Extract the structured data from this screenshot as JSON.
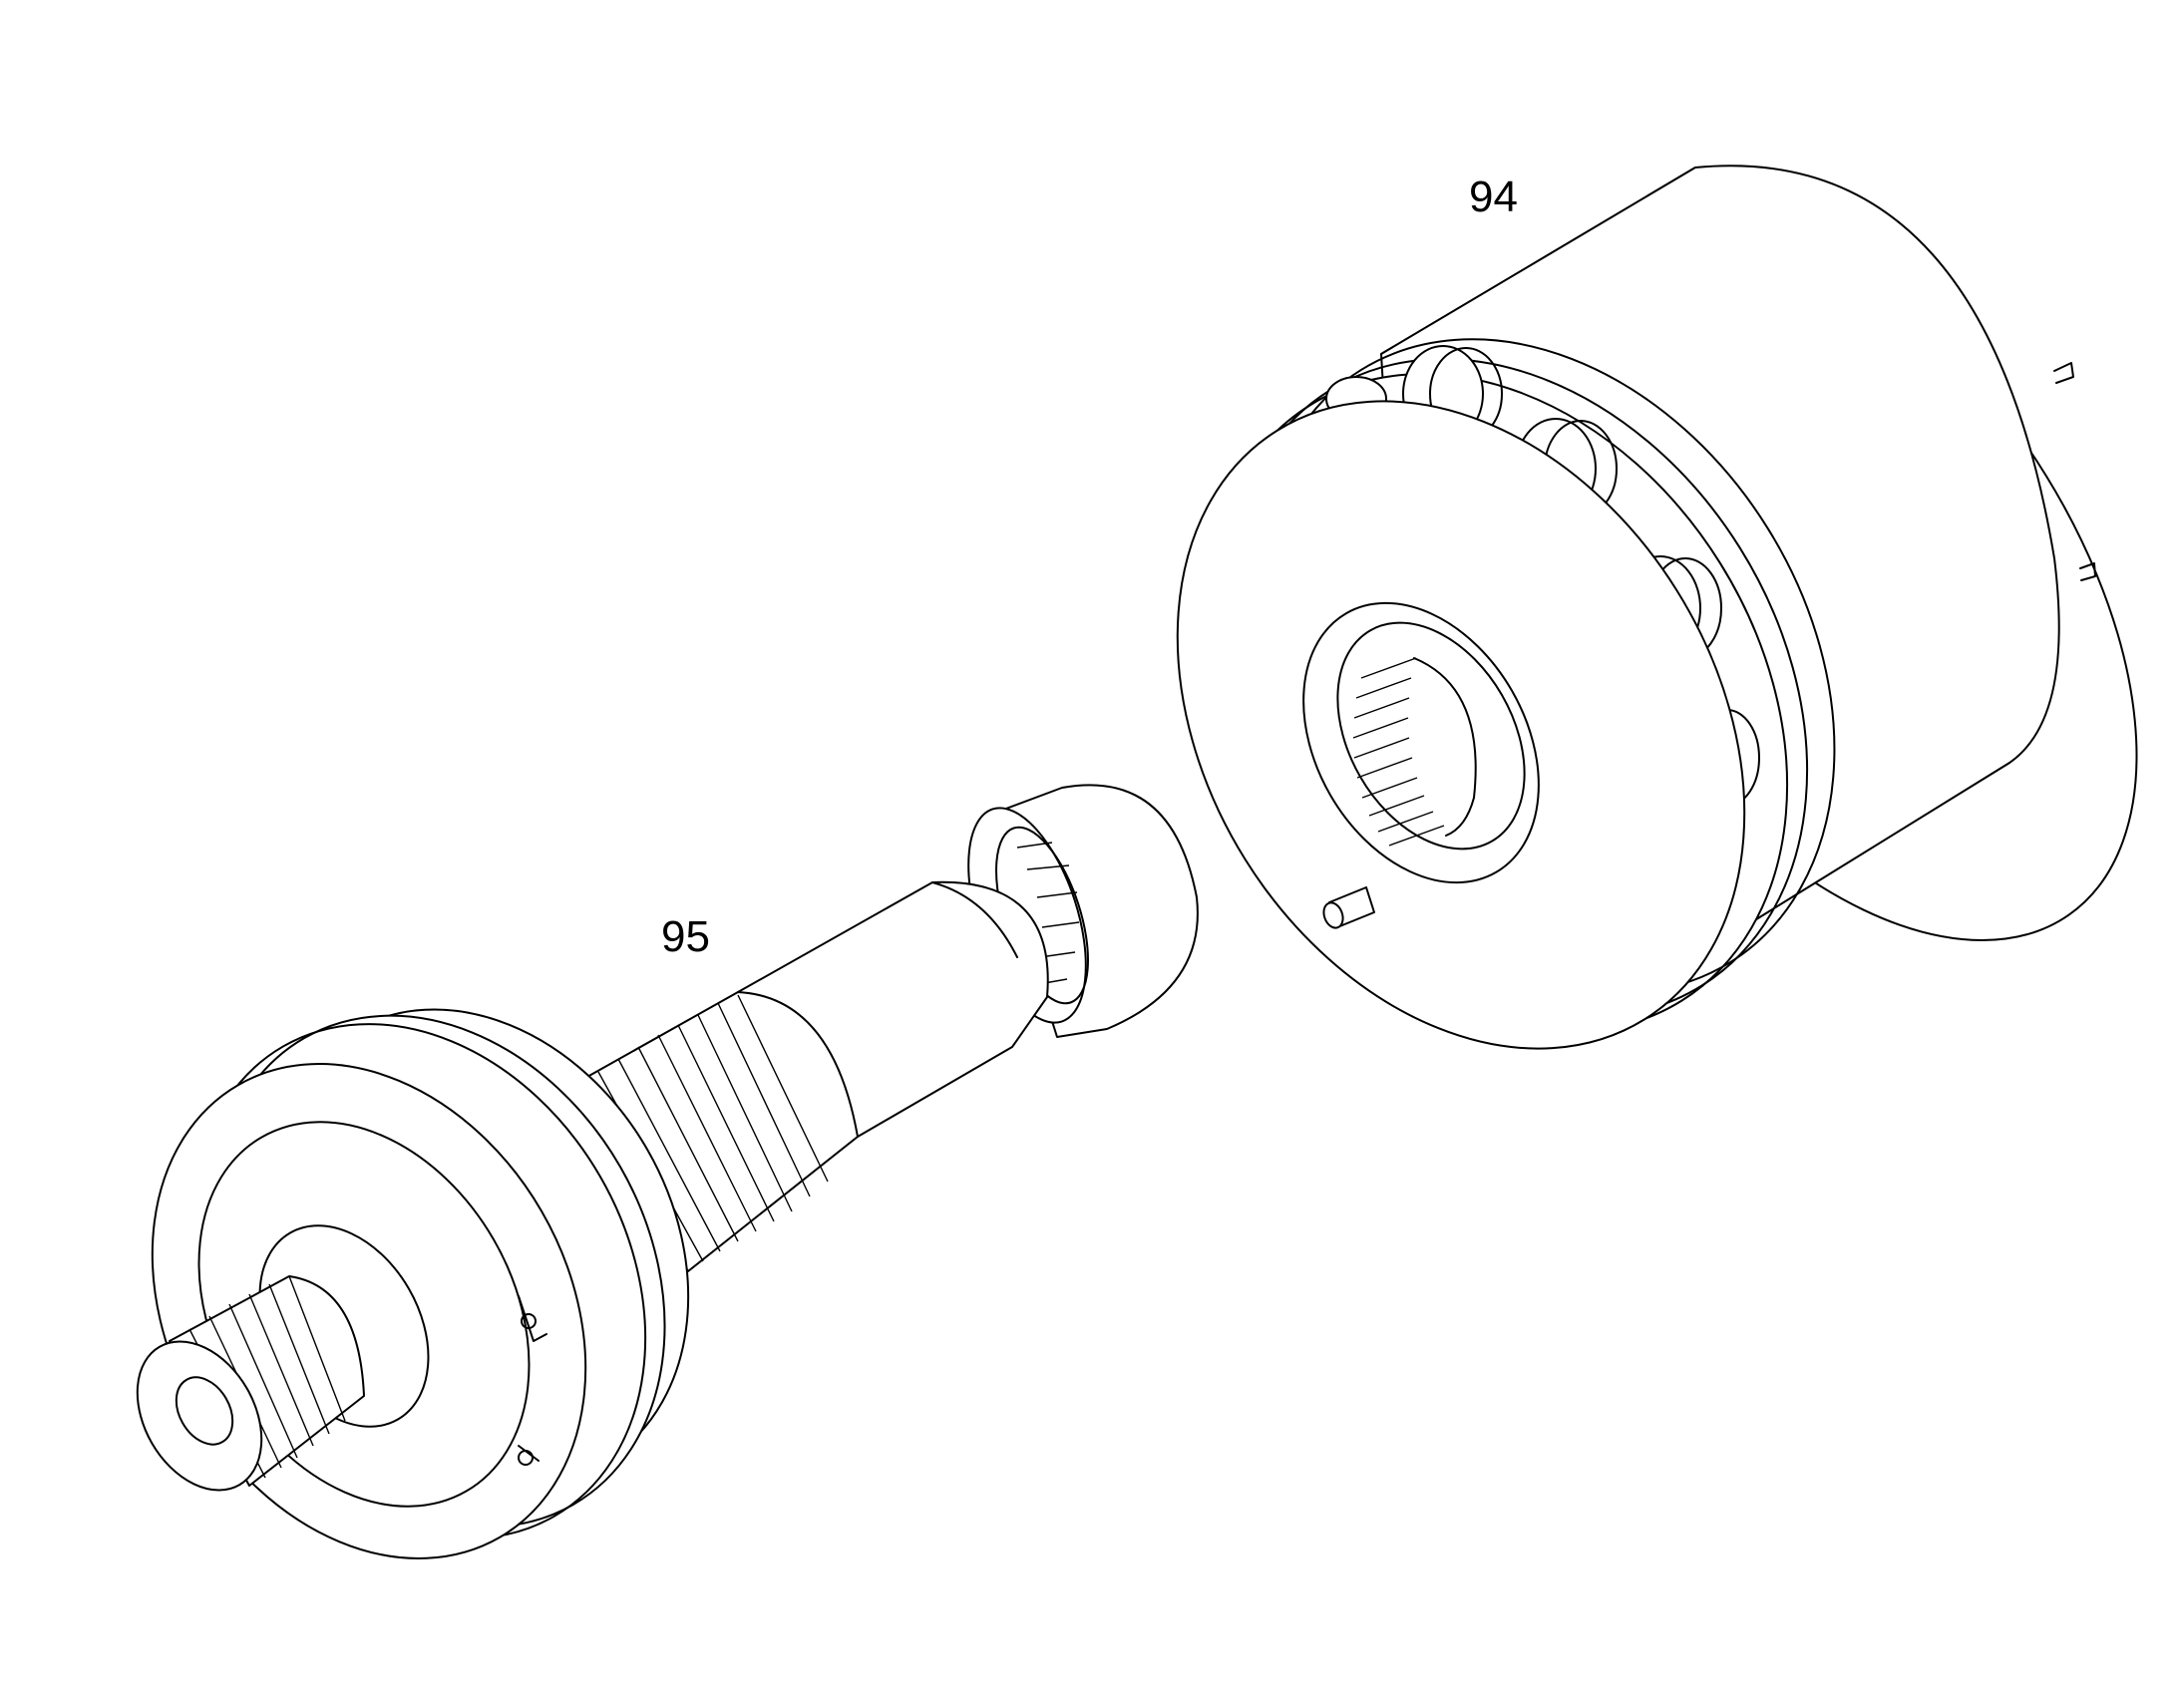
{
  "callouts": {
    "part_94": "94",
    "part_95": "95"
  },
  "parts": {
    "part_94": "cylinder-block-assembly",
    "part_95": "drive-shaft-assembly"
  },
  "colors": {
    "line": "#000000",
    "background": "#ffffff"
  }
}
